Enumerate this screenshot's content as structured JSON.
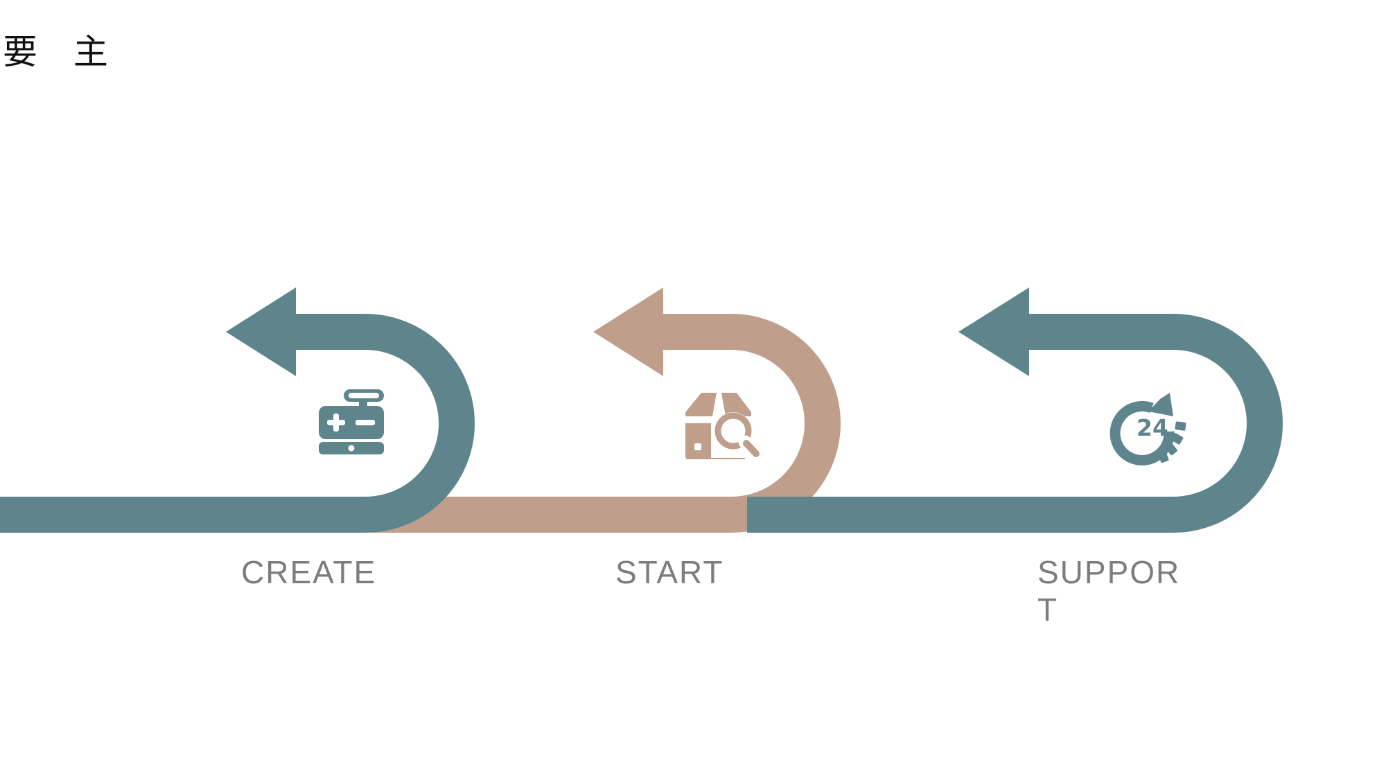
{
  "title": "要 主",
  "colors": {
    "teal": "#5e848c",
    "tan": "#bf9f8b",
    "label": "#7d7d7d"
  },
  "steps": [
    {
      "label": "CREATE",
      "icon": "pharmacy-kit-icon",
      "color": "#5e848c"
    },
    {
      "label": "START",
      "icon": "box-search-icon",
      "color": "#bf9f8b"
    },
    {
      "label": "SUPPOR",
      "label_wrap": "T",
      "icon": "support-24-icon",
      "color": "#5e848c"
    }
  ]
}
